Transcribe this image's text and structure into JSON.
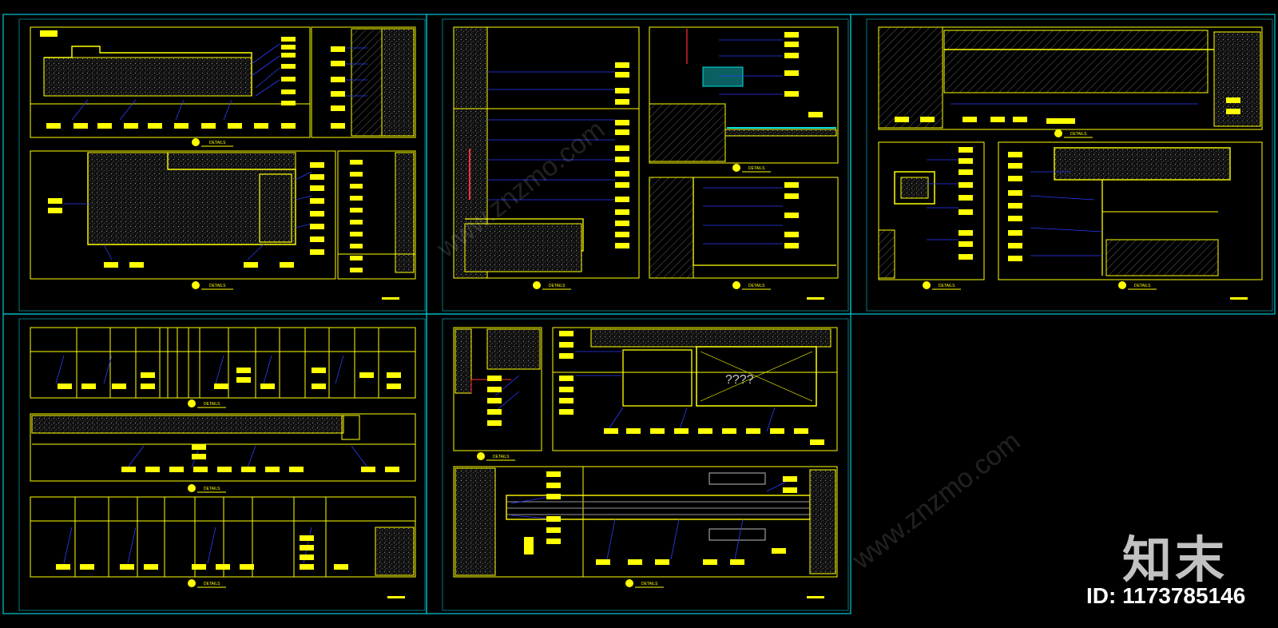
{
  "colors": {
    "background": "#000000",
    "sheet_border": "#00c8d8",
    "drawing_line": "#ffff00",
    "leader_line": "#2a3cff",
    "hatch": "#9a9a9a",
    "accent_cyan": "#00e0e0",
    "accent_red": "#ff3030"
  },
  "sheets": [
    {
      "id": "sheet-1",
      "details": [
        "DETAILS",
        "DETAILS"
      ]
    },
    {
      "id": "sheet-2",
      "details": [
        "DETAILS",
        "DETAILS",
        "DETAILS"
      ]
    },
    {
      "id": "sheet-3",
      "details": [
        "DETAILS",
        "DETAILS",
        "DETAILS"
      ]
    },
    {
      "id": "sheet-4",
      "details": [
        "DETAILS",
        "DETAILS",
        "DETAILS"
      ]
    },
    {
      "id": "sheet-5",
      "details": [
        "DETAILS",
        "DETAILS"
      ]
    }
  ],
  "annotation": "????",
  "watermark": {
    "brand": "知末",
    "id_label": "ID: 1173785146",
    "site": "www.znzmo.com"
  }
}
